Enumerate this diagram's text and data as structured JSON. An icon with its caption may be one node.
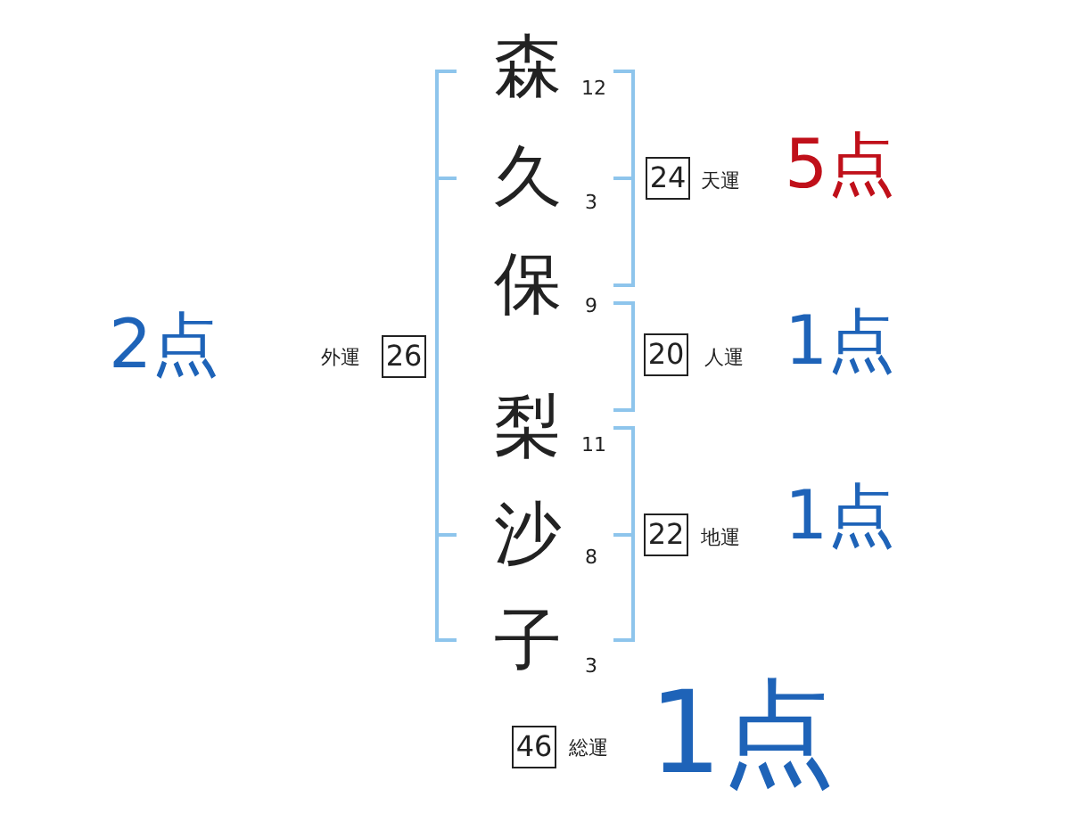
{
  "diagram": {
    "nodes": [
      {
        "text": [
          "24"
        ],
        "beside": [
          "天運",
          "5点"
        ]
      },
      {
        "text": [
          "26"
        ],
        "beside": [
          "外運",
          "2点"
        ]
      },
      {
        "text": [
          "20"
        ],
        "beside": [
          "人運",
          "1点"
        ]
      },
      {
        "text": [
          "22"
        ],
        "beside": [
          "地運",
          "1点"
        ]
      },
      {
        "text": [
          "46"
        ],
        "beside": [
          "総運",
          "1点"
        ]
      }
    ],
    "labels": [
      "森",
      "12",
      "久",
      "3",
      "保",
      "9",
      "梨",
      "11",
      "沙",
      "8",
      "子",
      "3"
    ]
  }
}
